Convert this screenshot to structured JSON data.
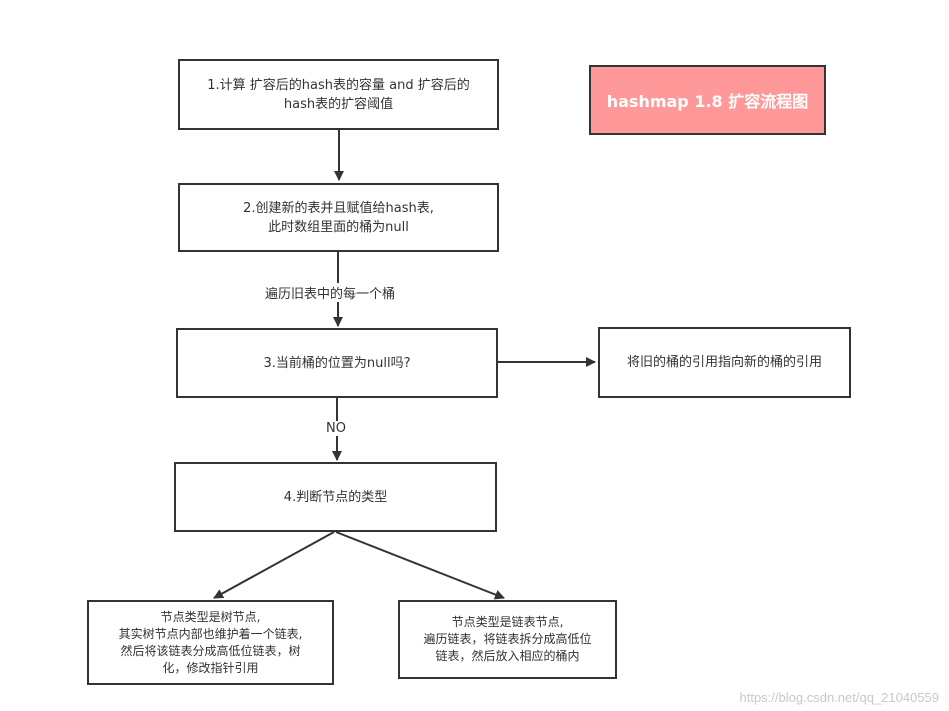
{
  "title": "hashmap 1.8 扩容流程图",
  "nodes": {
    "step1": "1.计算 扩容后的hash表的容量 and  扩容后的\nhash表的扩容阈值",
    "step2": "2.创建新的表并且赋值给hash表,\n此时数组里面的桶为null",
    "step3": "3.当前桶的位置为null吗?",
    "step3_yes": "将旧的桶的引用指向新的桶的引用",
    "step4": "4.判断节点的类型",
    "tree": "节点类型是树节点,\n其实树节点内部也维护着一个链表,\n然后将该链表分成高低位链表，树\n化，修改指针引用",
    "list": "节点类型是链表节点,\n遍历链表，将链表拆分成高低位\n链表，然后放入相应的桶内"
  },
  "edge_labels": {
    "loop": "遍历旧表中的每一个桶",
    "no": "NO"
  },
  "watermark": "https://blog.csdn.net/qq_21040559",
  "colors": {
    "title_fill": "#ff9999",
    "stroke": "#333333"
  }
}
